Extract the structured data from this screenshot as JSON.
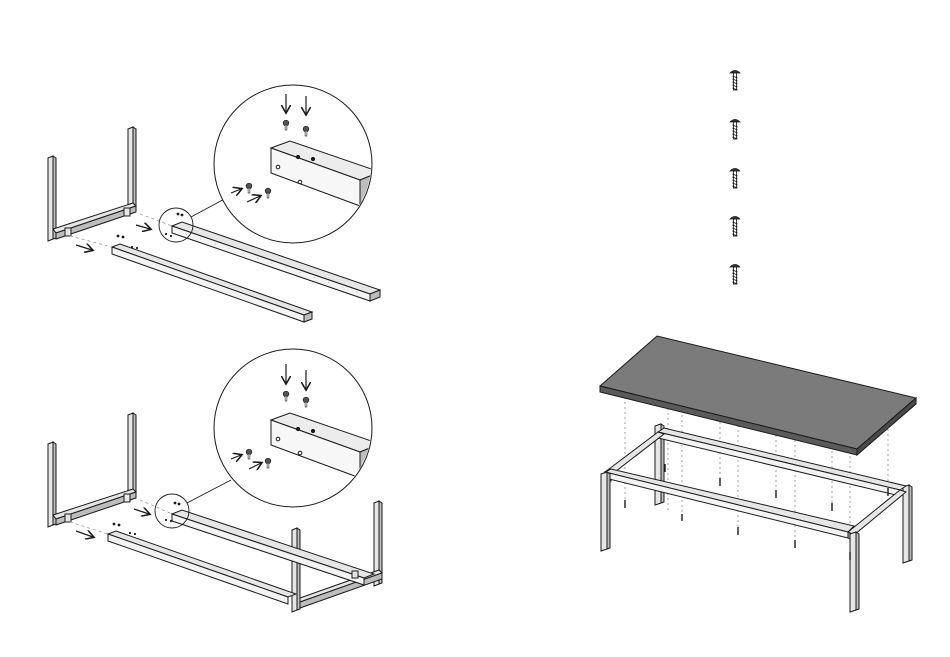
{
  "document": {
    "type": "assembly-instructions",
    "text_labels": []
  },
  "steps": [
    {
      "id": "step-1",
      "parts": [
        "u-frame-left",
        "long-rail-front",
        "long-rail-back"
      ],
      "callout": "detail-circle"
    },
    {
      "id": "step-2",
      "parts": [
        "u-frame-left",
        "long-rail-front",
        "long-rail-back",
        "u-frame-right"
      ],
      "callout": "detail-circle"
    },
    {
      "id": "step-3",
      "parts": [
        "tabletop",
        "assembled-frame",
        "screws"
      ]
    }
  ],
  "hardware": {
    "screw_count": 5,
    "icon": "screw-icon"
  },
  "colors": {
    "line": "#1a1a1a",
    "steel": "#e6e6e6",
    "steel_shade": "#bdbdbd",
    "tabletop": "#7b7b7b",
    "tabletop_edge": "#5a5a5a"
  }
}
